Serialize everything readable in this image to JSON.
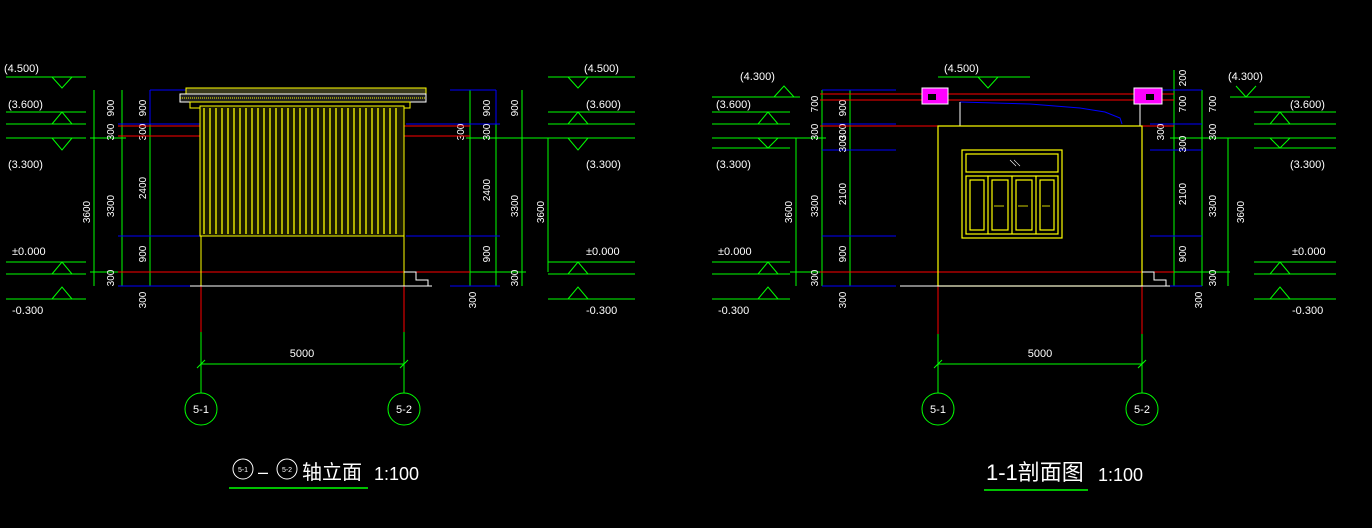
{
  "left": {
    "elevations": {
      "e4500": "4.500",
      "e3600": "3.600",
      "e3300": "3.300",
      "e0000": "±0.000",
      "em0300": "-0.300"
    },
    "dims_left": [
      "900",
      "300",
      "2400",
      "900",
      "300",
      "3300",
      "3600",
      "300"
    ],
    "dims_right": [
      "900",
      "300",
      "2400",
      "900",
      "300",
      "3300",
      "3600",
      "300"
    ],
    "span": "5000",
    "axis_a": "5-1",
    "axis_b": "5-2",
    "title_text": "轴立面",
    "title_dash": "–",
    "scale": "1:100"
  },
  "right": {
    "elevations": {
      "e4500": "4.500",
      "e4300": "4.300",
      "e3600": "3.600",
      "e3300": "3.300",
      "e0000": "±0.000",
      "em0300": "-0.300"
    },
    "dims_left": [
      "700",
      "300",
      "300",
      "2100",
      "900",
      "300",
      "3300",
      "3600",
      "300"
    ],
    "dims_right": [
      "200",
      "700",
      "300",
      "300",
      "2100",
      "900",
      "300",
      "3300",
      "3600",
      "300"
    ],
    "span": "5000",
    "axis_a": "5-1",
    "axis_b": "5-2",
    "title_text": "1-1剖面图",
    "scale": "1:100"
  },
  "colors": {
    "bg": "#000000",
    "green": "#00ff00",
    "red": "#ff0000",
    "blue": "#0000ff",
    "yellow": "#ffff00",
    "magenta": "#ff00ff",
    "white": "#ffffff"
  }
}
